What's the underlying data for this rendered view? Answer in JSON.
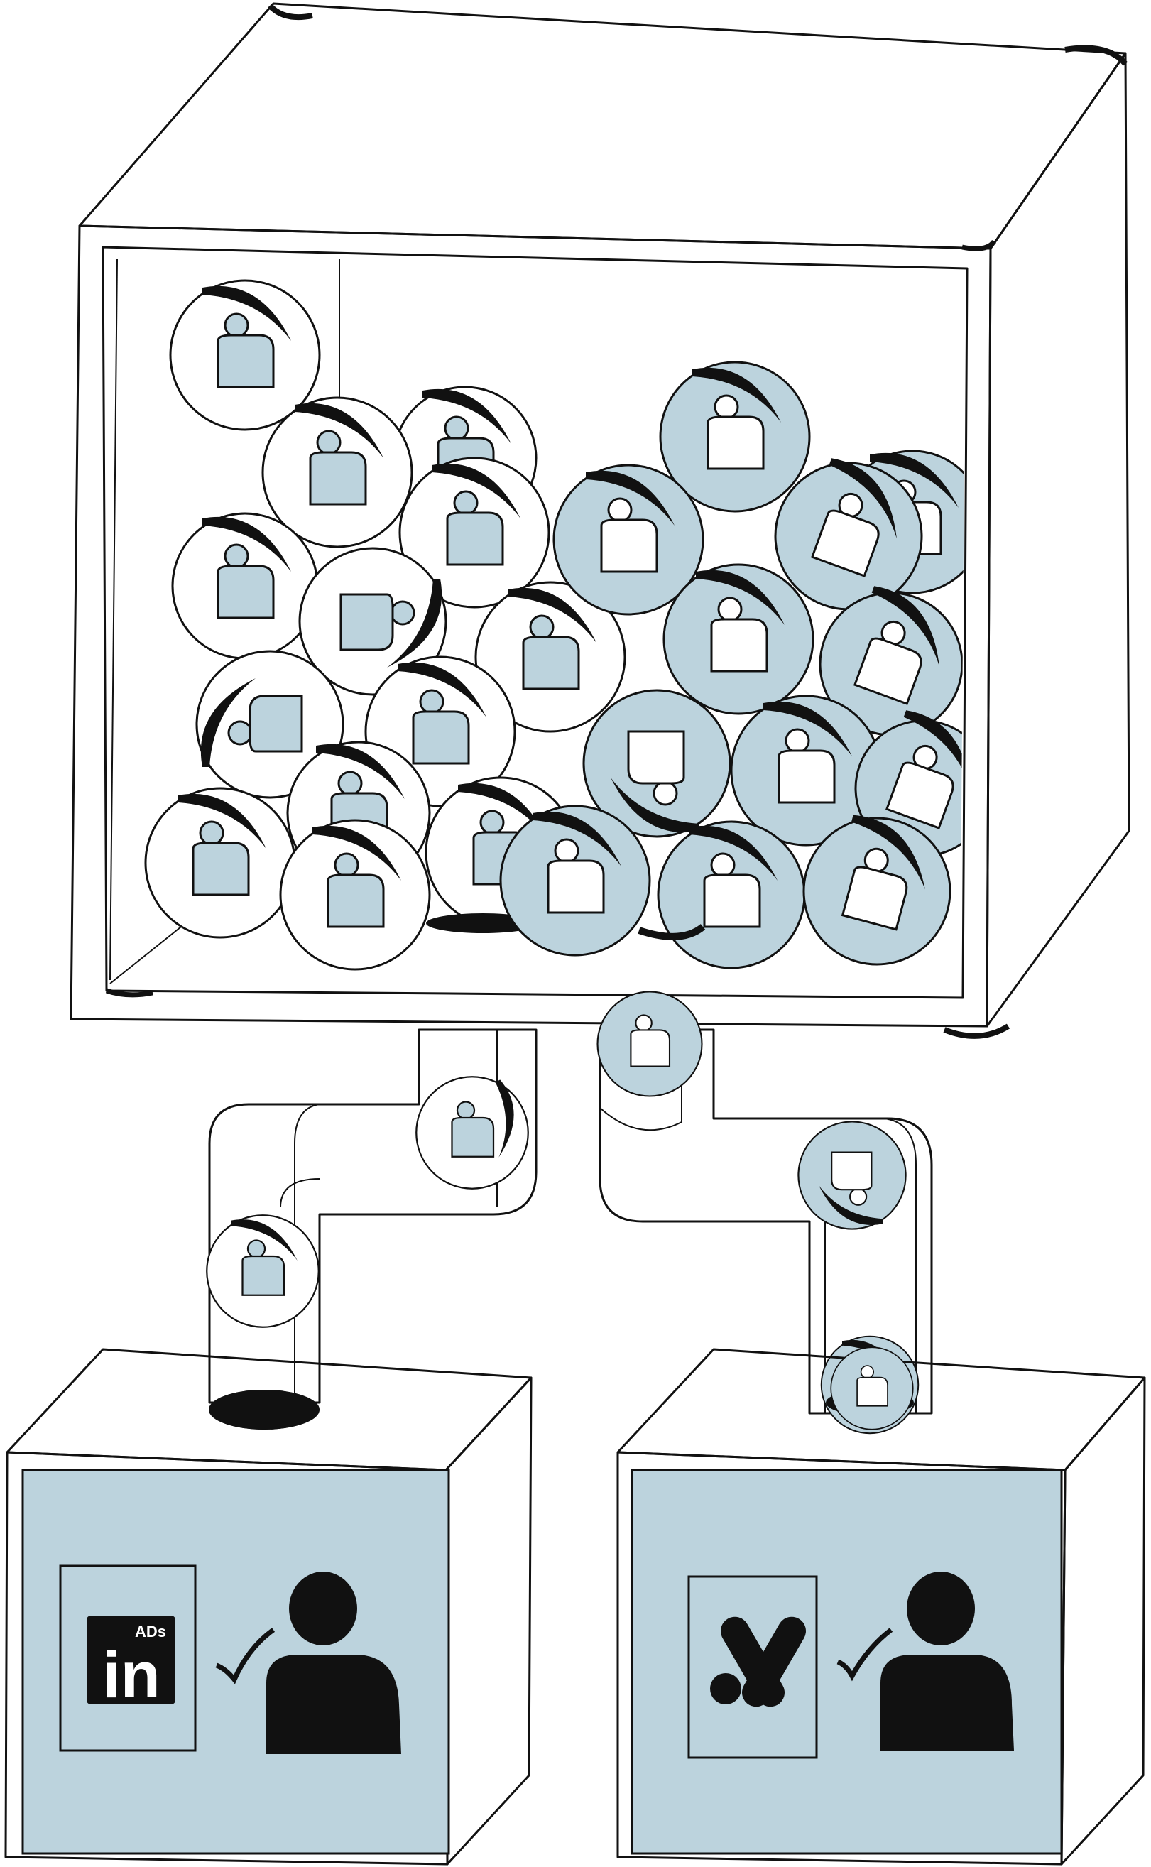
{
  "colors": {
    "background": "#ffffff",
    "outline": "#111111",
    "accent": "#bcd3dd",
    "white_ball": "#ffffff",
    "blue_ball": "#bcd3dd",
    "icon_fill": "#000000"
  },
  "icons": {
    "ball_icon": "person-icon",
    "linkedin_logo": "linkedin-ads-logo",
    "google_ads_logo": "google-ads-logo",
    "checkmark": "checkmark-icon",
    "audience": "person-silhouette-icon"
  },
  "bins": {
    "left": {
      "logo_label": "ADs",
      "logo_letters": "in"
    },
    "right": {}
  }
}
